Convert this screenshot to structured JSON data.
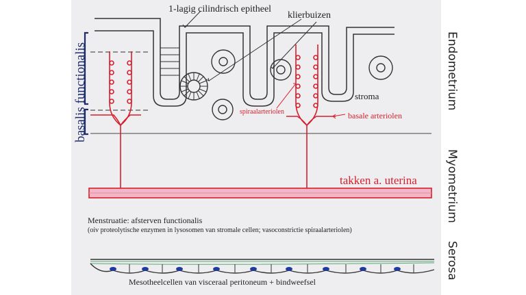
{
  "labels": {
    "epitheel": "1-lagig cilindrisch epitheel",
    "klierbuizen": "klierbuizen",
    "stroma": "stroma",
    "spiraalarteriolen": "spiraalarteriolen",
    "basale_arteriolen": "basale arteriolen",
    "takken": "takken a. uterina",
    "menstruatie": "Menstruatie: afsterven functionalis",
    "toelichting": "(oiv proteolytische enzymen in lysosomen van stromale cellen; vasoconstrictie spiraalarteriolen)",
    "mesotheel": "Mesotheelcellen van visceraal peritoneum + bindweefsel",
    "basalis_functionalis": "basalis functionalis"
  },
  "layers": {
    "endometrium": "Endometrium",
    "myometrium": "Myometrium",
    "serosa": "Serosa"
  },
  "colors": {
    "artery": "#d61f2c",
    "uterine_band": "#f2b6c6",
    "bracket": "#1d2d6b",
    "nucleus": "#1f3a9a",
    "fiber": "#5aa87a",
    "line": "#333333"
  }
}
